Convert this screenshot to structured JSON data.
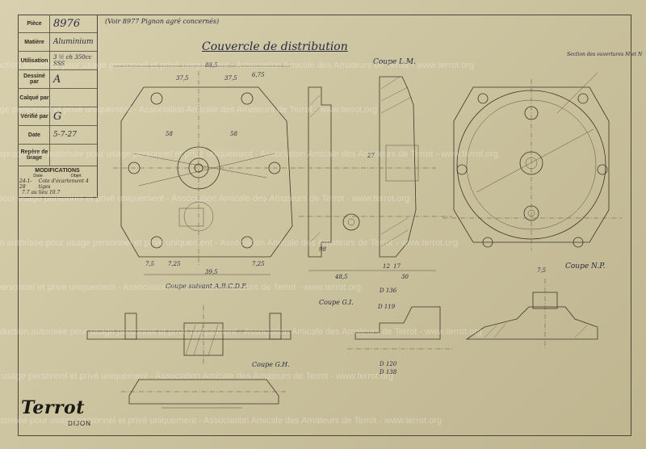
{
  "title_block": {
    "rows": [
      {
        "label": "Pièce",
        "value": "8976"
      },
      {
        "label": "Matière",
        "value": "Aluminium"
      },
      {
        "label": "Utilisation",
        "value": "3 ½ ch 350cc SSS"
      },
      {
        "label": "Dessiné par",
        "value": "A"
      },
      {
        "label": "Calqué par",
        "value": ""
      },
      {
        "label": "Vérifié par",
        "value": "G"
      },
      {
        "label": "Date",
        "value": "5-7-27"
      },
      {
        "label": "Repère de tirage",
        "value": ""
      }
    ],
    "modifications": {
      "header": "MODIFICATIONS",
      "col_date": "Date",
      "col_object": "Objet",
      "entries": [
        {
          "date": "24-1-28",
          "object": "Cote d'écartement 4 tiges"
        },
        {
          "date": "",
          "object": "7.7 au lieu 10.7"
        }
      ]
    }
  },
  "top_note": "(Voir 8977 Pignon agré concernés)",
  "drawing_title": "Couvercle de distribution",
  "section_labels": {
    "coupe_lm": "Coupe L.M.",
    "coupe_np": "Coupe N.P.",
    "coupe_abcdf": "Coupe suivant A.B.C.D.F.",
    "coupe_gi": "Coupe G.I.",
    "coupe_gh": "Coupe G.H.",
    "section_note": "Section des ouvertures M et N"
  },
  "dimensions": [
    "88,5",
    "37,5",
    "37,5",
    "6,75",
    "58",
    "58",
    "7,5",
    "39,5",
    "7,25",
    "7,25",
    "98",
    "48,5",
    "30",
    "27",
    "12",
    "17",
    "7,5",
    "D 120",
    "D 136",
    "D 119",
    "D 138"
  ],
  "logo": {
    "name": "Terrot",
    "city": "DIJON"
  },
  "watermark": "Reproduction autorisée pour usage personnel et privé uniquement - Association Amicale des Amateurs de Terrot - www.terrot.org"
}
